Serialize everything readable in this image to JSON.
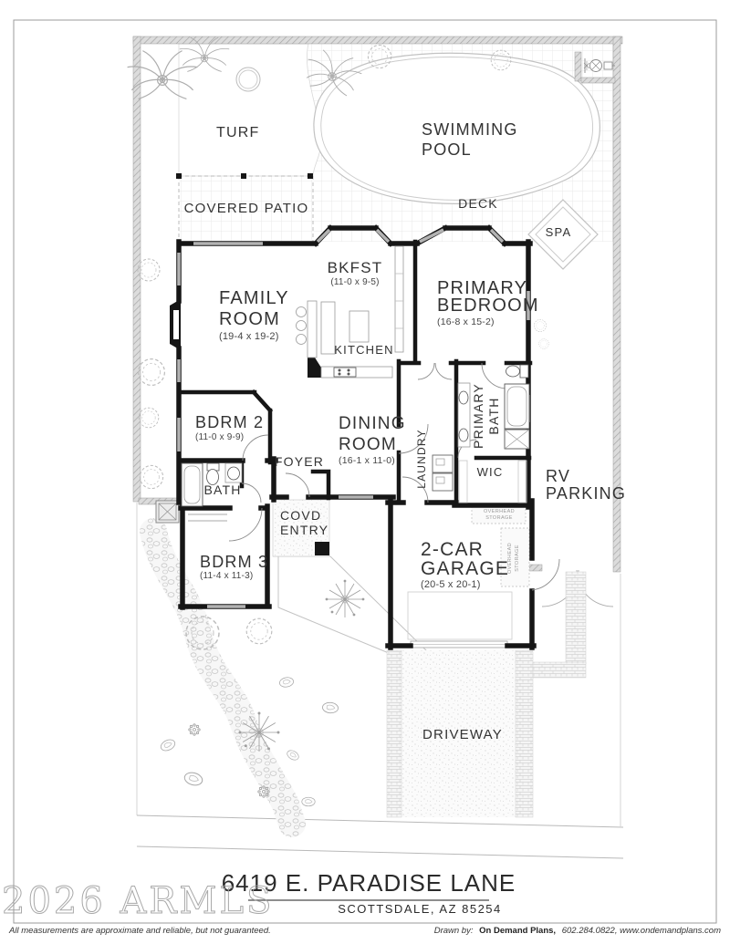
{
  "document": {
    "watermark": "2026 ARMLS",
    "title_block": {
      "address": "6419 E. PARADISE LANE",
      "city_state_zip": "SCOTTSDALE, AZ 85254"
    },
    "footer": {
      "disclaimer": "All measurements are approximate and reliable, but not guaranteed.",
      "drawn_by_label": "Drawn by:",
      "company": "On Demand Plans,",
      "contact": "602.284.0822, www.ondemandplans.com"
    }
  },
  "rooms": {
    "family_room": {
      "name_line1": "FAMILY",
      "name_line2": "ROOM",
      "dims": "(19-4 x 19-2)"
    },
    "bkfst": {
      "name": "BKFST",
      "dims": "(11-0 x 9-5)"
    },
    "kitchen": {
      "name": "KITCHEN"
    },
    "primary_bedroom": {
      "name_line1": "PRIMARY",
      "name_line2": "BEDROOM",
      "dims": "(16-8 x 15-2)"
    },
    "bdrm2": {
      "name": "BDRM 2",
      "dims": "(11-0 x 9-9)"
    },
    "dining_room": {
      "name_line1": "DINING",
      "name_line2": "ROOM",
      "dims": "(16-1 x 11-0)"
    },
    "foyer": {
      "name": "FOYER"
    },
    "laundry": {
      "name": "LAUNDRY"
    },
    "primary_bath": {
      "name_line1": "PRIMARY",
      "name_line2": "BATH"
    },
    "wic": {
      "name": "WIC"
    },
    "bath": {
      "name": "BATH"
    },
    "covd_entry": {
      "name_line1": "COVD",
      "name_line2": "ENTRY"
    },
    "bdrm3": {
      "name": "BDRM 3",
      "dims": "(11-4 x 11-3)"
    },
    "garage": {
      "name_line1": "2-CAR",
      "name_line2": "GARAGE",
      "dims": "(20-5 x 20-1)"
    },
    "overhead_storage": {
      "line1": "OVERHEAD",
      "line2": "STORAGE"
    }
  },
  "outdoor": {
    "turf": "TURF",
    "swimming_pool_line1": "SWIMMING",
    "swimming_pool_line2": "POOL",
    "covered_patio": "COVERED PATIO",
    "deck": "DECK",
    "spa": "SPA",
    "rv_parking_line1": "RV",
    "rv_parking_line2": "PARKING",
    "driveway": "DRIVEWAY"
  },
  "colors": {
    "interior_wall": "#161616",
    "property_wall_fill": "#dcdcdc",
    "property_wall_hatch": "#a6a6a6",
    "deck_grid": "#e8e8e8",
    "label_text": "#333333",
    "dim_text": "#454545",
    "light_line": "#c2c2c2",
    "watermark": "#9f9f9f"
  }
}
